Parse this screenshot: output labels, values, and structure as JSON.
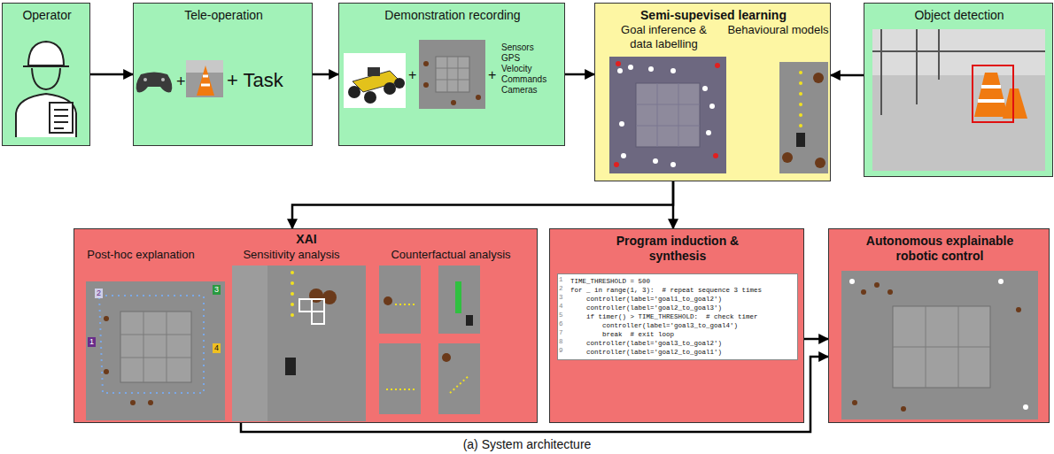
{
  "diagram": {
    "caption": "(a) System architecture",
    "nodes": [
      {
        "text": [
          "Operator"
        ]
      },
      {
        "text": [
          "Tele-operation"
        ]
      },
      {
        "text": [
          "Demonstration recording",
          "Sensors GPS Velocity Commands Cameras"
        ]
      },
      {
        "text": [
          "Semi-supevised learning",
          "Goal inference & data labelling",
          "Behavioural models"
        ]
      },
      {
        "text": [
          "Object detection"
        ]
      },
      {
        "text": [
          "XAI",
          "Post-hoc explanation",
          "Sensitivity analysis",
          "Counterfactual analysis"
        ]
      },
      {
        "text": [
          "Program induction & synthesis"
        ]
      },
      {
        "text": [
          "TIME_THRESHOLD = 500",
          "for _ in range(1, 3):  # repeat sequence 3 times",
          "    controller(label='goal1_to_goal2')",
          "    controller(label='goal2_to_goal3')",
          "    if timer() > TIME_THRESHOLD:  # check timer",
          "        controller(label='goal3_to_goal4')",
          "        break  # exit loop",
          "    controller(label='goal3_to_goal2')",
          "    controller(label='goal2_to_goal1')"
        ],
        "in": 6
      },
      {
        "text": [
          "Autonomous explainable robotic control"
        ]
      }
    ],
    "edges": [
      {
        "from": 0,
        "to": 1,
        "arrow": "to"
      },
      {
        "from": 1,
        "to": 2,
        "arrow": "to"
      },
      {
        "from": 2,
        "to": 3,
        "arrow": "to"
      },
      {
        "from": 4,
        "to": 3,
        "arrow": "to"
      },
      {
        "from": 3,
        "to": 5,
        "arrow": "to"
      },
      {
        "from": 3,
        "to": 6,
        "arrow": "to"
      },
      {
        "from": 6,
        "to": 8,
        "arrow": "to"
      },
      {
        "from": 5,
        "to": 8,
        "arrow": "to"
      }
    ],
    "labels": [
      "+",
      "+ Task",
      "+",
      "+",
      "2",
      "3",
      "1",
      "4",
      "1",
      "2",
      "3",
      "4",
      "5",
      "6",
      "7",
      "8",
      "9"
    ]
  }
}
